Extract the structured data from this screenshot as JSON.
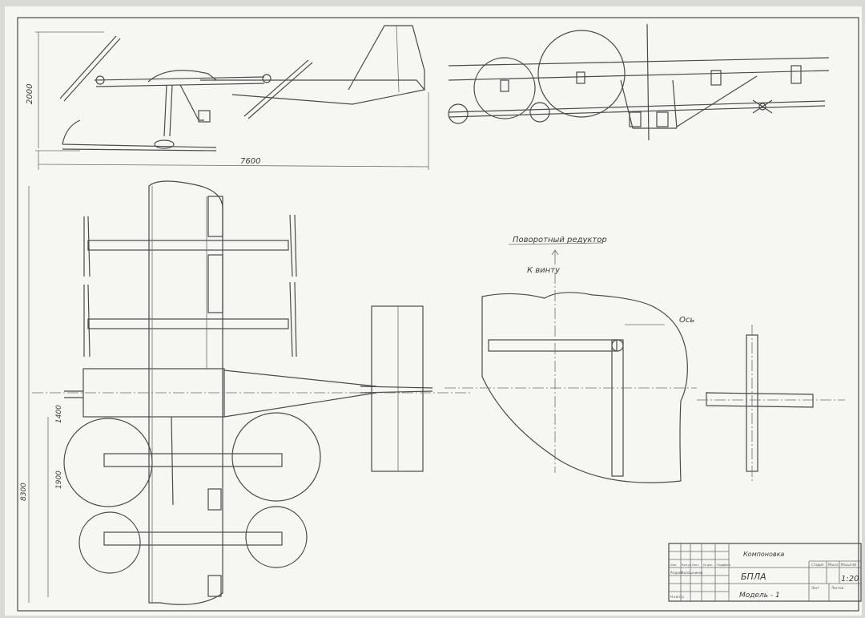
{
  "dimensions": {
    "side_height": "2000",
    "side_length": "7600",
    "top_span": "8300",
    "top_wheel_gap": "1900",
    "top_small": "1400"
  },
  "labels": {
    "gearbox_title": "Поворотный редуктор",
    "to_propeller": "К винту",
    "axis": "Ось"
  },
  "title_block": {
    "header": "Компоновка",
    "name": "БПЛА",
    "model": "Модель - 1",
    "scale": "1:20",
    "col_stage": "Стадия",
    "col_mass": "Масса",
    "col_scale": "Масштаб",
    "sheet": "Лист",
    "sheets": "Листов",
    "row_developer": "Разраб.",
    "row_control": "Н.контр.",
    "developer_name": "Калашников",
    "cols": [
      "Изм.",
      "Кол.уч.",
      "Лист",
      "№ док.",
      "Подп.",
      "Дата"
    ]
  },
  "colors": {
    "paper": "#f6f6f3",
    "line": "#4a4a4a",
    "background": "#d9d9d6"
  }
}
